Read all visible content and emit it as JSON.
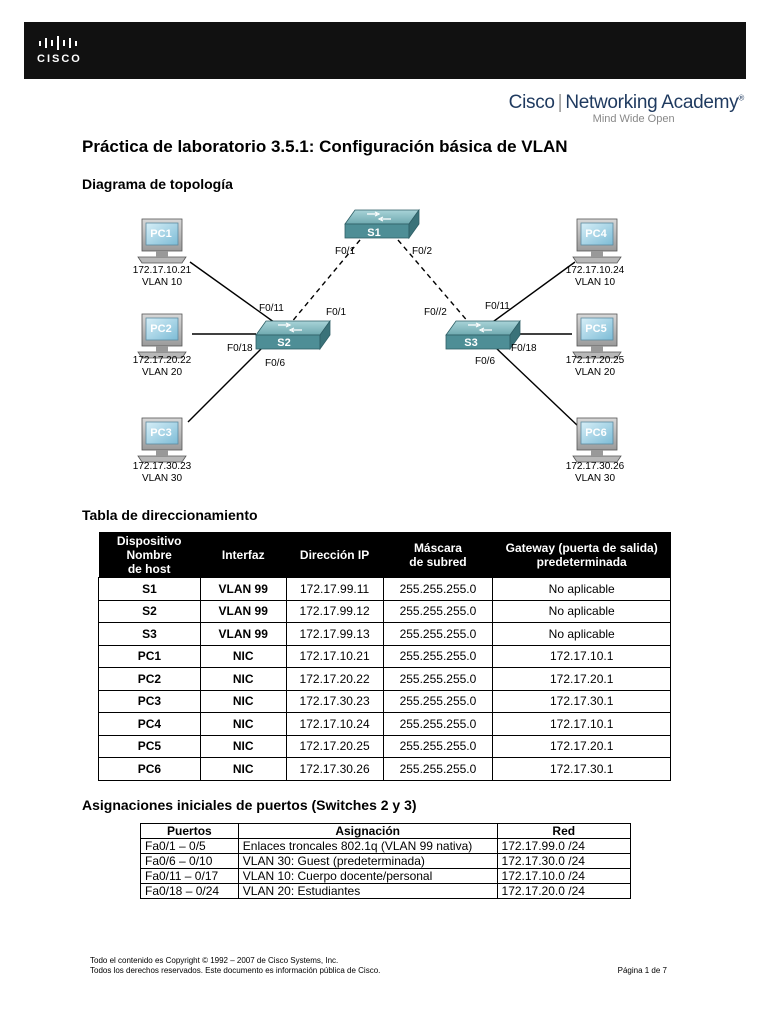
{
  "header": {
    "brand": "CISCO",
    "academy_part1": "Cisco",
    "academy_part2": "Networking Academy",
    "tagline": "Mind Wide Open"
  },
  "title": "Práctica de laboratorio 3.5.1: Configuración básica de VLAN",
  "topology": {
    "heading": "Diagrama de topología",
    "switches": {
      "s1": "S1",
      "s2": "S2",
      "s3": "S3"
    },
    "pcs": {
      "pc1": {
        "label": "PC1",
        "ip": "172.17.10.21",
        "vlan": "VLAN 10"
      },
      "pc2": {
        "label": "PC2",
        "ip": "172.17.20.22",
        "vlan": "VLAN 20"
      },
      "pc3": {
        "label": "PC3",
        "ip": "172.17.30.23",
        "vlan": "VLAN 30"
      },
      "pc4": {
        "label": "PC4",
        "ip": "172.17.10.24",
        "vlan": "VLAN 10"
      },
      "pc5": {
        "label": "PC5",
        "ip": "172.17.20.25",
        "vlan": "VLAN 20"
      },
      "pc6": {
        "label": "PC6",
        "ip": "172.17.30.26",
        "vlan": "VLAN 30"
      }
    },
    "ports": {
      "s1_left": "F0/1",
      "s1_right": "F0/2",
      "s2_f011": "F0/11",
      "s2_f01": "F0/1",
      "s2_f018": "F0/18",
      "s2_f06": "F0/6",
      "s3_f02": "F0//2",
      "s3_f011": "F0/11",
      "s3_f018": "F0/18",
      "s3_f06": "F0/6"
    }
  },
  "address_table": {
    "heading": "Tabla de direccionamiento",
    "headers": {
      "device_1": "Dispositivo",
      "device_2": "Nombre",
      "device_3": "de host",
      "interface": "Interfaz",
      "ip": "Dirección IP",
      "mask_1": "Máscara",
      "mask_2": "de subred",
      "gw_1": "Gateway (puerta de salida)",
      "gw_2": "predeterminada"
    },
    "rows": [
      [
        "S1",
        "VLAN 99",
        "172.17.99.11",
        "255.255.255.0",
        "No aplicable"
      ],
      [
        "S2",
        "VLAN 99",
        "172.17.99.12",
        "255.255.255.0",
        "No aplicable"
      ],
      [
        "S3",
        "VLAN 99",
        "172.17.99.13",
        "255.255.255.0",
        "No aplicable"
      ],
      [
        "PC1",
        "NIC",
        "172.17.10.21",
        "255.255.255.0",
        "172.17.10.1"
      ],
      [
        "PC2",
        "NIC",
        "172.17.20.22",
        "255.255.255.0",
        "172.17.20.1"
      ],
      [
        "PC3",
        "NIC",
        "172.17.30.23",
        "255.255.255.0",
        "172.17.30.1"
      ],
      [
        "PC4",
        "NIC",
        "172.17.10.24",
        "255.255.255.0",
        "172.17.10.1"
      ],
      [
        "PC5",
        "NIC",
        "172.17.20.25",
        "255.255.255.0",
        "172.17.20.1"
      ],
      [
        "PC6",
        "NIC",
        "172.17.30.26",
        "255.255.255.0",
        "172.17.30.1"
      ]
    ]
  },
  "port_table": {
    "heading": "Asignaciones iniciales de puertos (Switches 2 y 3)",
    "headers": [
      "Puertos",
      "Asignación",
      "Red"
    ],
    "rows": [
      [
        "Fa0/1 – 0/5",
        "Enlaces troncales 802.1q (VLAN 99 nativa)",
        "172.17.99.0 /24"
      ],
      [
        "Fa0/6 – 0/10",
        "VLAN 30: Guest (predeterminada)",
        "172.17.30.0 /24"
      ],
      [
        "Fa0/11 – 0/17",
        "VLAN 10: Cuerpo docente/personal",
        "172.17.10.0 /24"
      ],
      [
        "Fa0/18 – 0/24",
        "VLAN 20: Estudiantes",
        "172.17.20.0 /24"
      ]
    ]
  },
  "footer": {
    "line1": "Todo el contenido es Copyright © 1992 – 2007 de Cisco Systems, Inc.",
    "line2": "Todos los derechos reservados. Este documento es información pública de Cisco.",
    "page": "Página 1 de 7"
  },
  "colors": {
    "banner": "#111111",
    "switch_face": "#5f9ea5",
    "pc_screen": "#9fd4e8"
  }
}
